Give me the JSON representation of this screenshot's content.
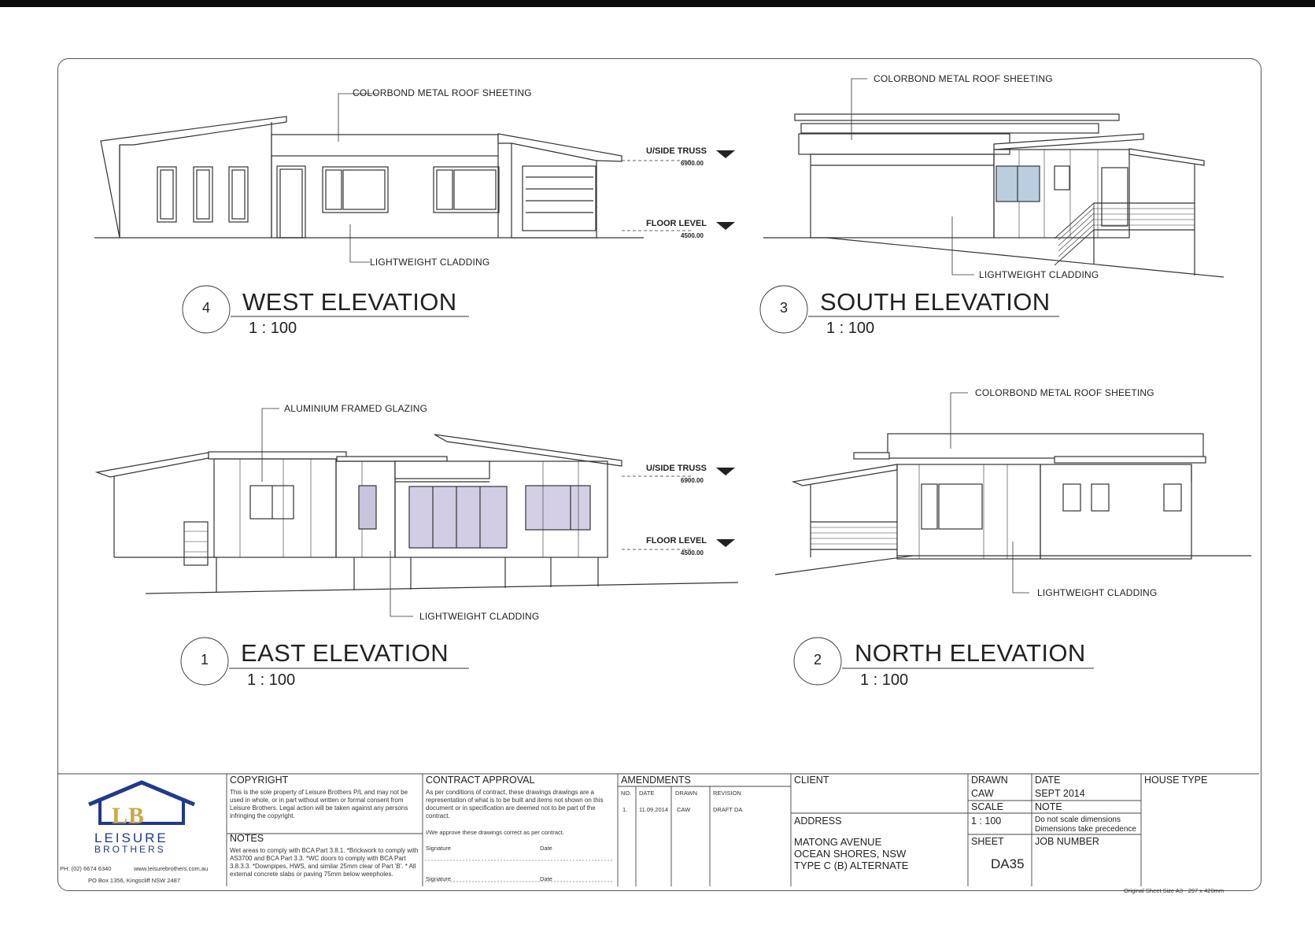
{
  "elevations": {
    "west": {
      "number": "4",
      "title": "WEST ELEVATION",
      "scale": "1 : 100",
      "roof": "COLORBOND METAL ROOF SHEETING",
      "cladding": "LIGHTWEIGHT CLADDING",
      "truss_label": "U/SIDE TRUSS",
      "truss_value": "6900.00",
      "floor_label": "FLOOR LEVEL",
      "floor_value": "4500.00"
    },
    "south": {
      "number": "3",
      "title": "SOUTH ELEVATION",
      "scale": "1 : 100",
      "roof": "COLORBOND METAL ROOF SHEETING",
      "cladding": "LIGHTWEIGHT CLADDING"
    },
    "east": {
      "number": "1",
      "title": "EAST ELEVATION",
      "scale": "1 : 100",
      "glazing": "ALUMINIUM FRAMED GLAZING",
      "cladding": "LIGHTWEIGHT CLADDING",
      "truss_label": "U/SIDE TRUSS",
      "truss_value": "6900.00",
      "floor_label": "FLOOR LEVEL",
      "floor_value": "4500.00"
    },
    "north": {
      "number": "2",
      "title": "NORTH ELEVATION",
      "scale": "1 : 100",
      "roof": "COLORBOND METAL ROOF SHEETING",
      "cladding": "LIGHTWEIGHT CLADDING"
    }
  },
  "title_block": {
    "logo": {
      "initials": "LB",
      "line1": "LEISURE",
      "line2": "BROTHERS"
    },
    "phone": "PH: (02) 6674 6340",
    "website": "www.leisurebrothers.com.au",
    "po_box": "PO Box 1356, Kingscliff NSW 2487",
    "copyright_head": "COPYRIGHT",
    "copyright_text": "This is the sole property of Leisure Brothers P/L and may not be used in whole, or in part without written or formal consent from Leisure Brothers. Legal action will be taken against any persons infringing the copyright.",
    "notes_head": "NOTES",
    "notes_text": "Wet areas to comply with BCA Part 3.8.1. *Brickwork to comply with AS3700 and BCA Part 3.3. *WC doors to comply with BCA Part 3.8.3.3. *Downpipes, HWS, and similar 25mm clear of Part 'B'. * All external concrete slabs or paving 75mm below weepholes.",
    "contract_head": "CONTRACT APPROVAL",
    "contract_text": "As per conditions of contract, these drawings drawings are a representation of what is to be built and items not shown on this document or in specification are deemed not to be part of the contract.",
    "contract_approve": "I/We approve these drawings correct as per contract.",
    "signature": "Signature",
    "date": "Date",
    "amend_head": "AMENDMENTS",
    "amend_cols": [
      "NO.",
      "DATE",
      "DRAWN",
      "REVISION"
    ],
    "amend_row": [
      "1.",
      "11.09.2014",
      "CAW",
      "DRAFT DA"
    ],
    "client_head": "CLIENT",
    "address_head": "ADDRESS",
    "address_lines": [
      "MATONG AVENUE",
      "OCEAN SHORES, NSW",
      "TYPE C (B) ALTERNATE"
    ],
    "drawn_head": "DRAWN",
    "drawn_value": "CAW",
    "date_head": "DATE",
    "date_value": "SEPT 2014",
    "scale_head": "SCALE",
    "scale_value": "1 : 100",
    "note_head": "NOTE",
    "note_lines": [
      "Do not scale dimensions",
      "Dimensions take precedence"
    ],
    "sheet_head": "SHEET",
    "sheet_value": "DA35",
    "job_head": "JOB NUMBER",
    "house_type_head": "HOUSE TYPE",
    "sheet_size": "Original Sheet Size A3 - 297 x 420mm"
  }
}
